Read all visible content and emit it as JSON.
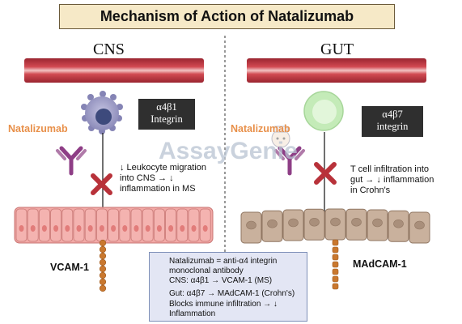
{
  "title": "Mechanism of Action of Natalizumab",
  "watermark": "AssayGenie",
  "cns": {
    "panel_title": "CNS",
    "drug_label": "Natalizumab",
    "integrin_line1": "α4β1",
    "integrin_line2": "Integrin",
    "effect_line1": "↓ Leukocyte migration",
    "effect_line2": "into CNS → ↓",
    "effect_line3": "inflammation in MS",
    "receptor": "VCAM-1"
  },
  "gut": {
    "panel_title": "GUT",
    "drug_label": "Natalizumab",
    "integrin_line1": "α4β7",
    "integrin_line2": "integrin",
    "effect_line1": "T cell infiltration into",
    "effect_line2": "gut → ↓ inflammation",
    "effect_line3": "in Crohn's",
    "receptor": "MAdCAM-1"
  },
  "legend": {
    "item1_line1": "Natalizumab = anti-α4 integrin",
    "item1_line2": "monoclonal antibody",
    "item2": "CNS: α4β1 → VCAM-1 (MS)",
    "item3": "Gut: α4β7 → MAdCAM-1 (Crohn's)",
    "item4_line1": "Blocks immune infiltration → ↓",
    "item4_line2": "Inflammation"
  },
  "colors": {
    "vessel": "#b8323a",
    "epithelium_cns": "#f2a9a6",
    "epithelium_gut": "#c9b19d",
    "antibody": "#8e3e86",
    "block_x": "#b8323a",
    "receptor_beads": "#c9782e",
    "leukocyte": "#8a89b8",
    "t_cell": "#c4ebb8",
    "legend_bg": "#e3e6f4"
  }
}
